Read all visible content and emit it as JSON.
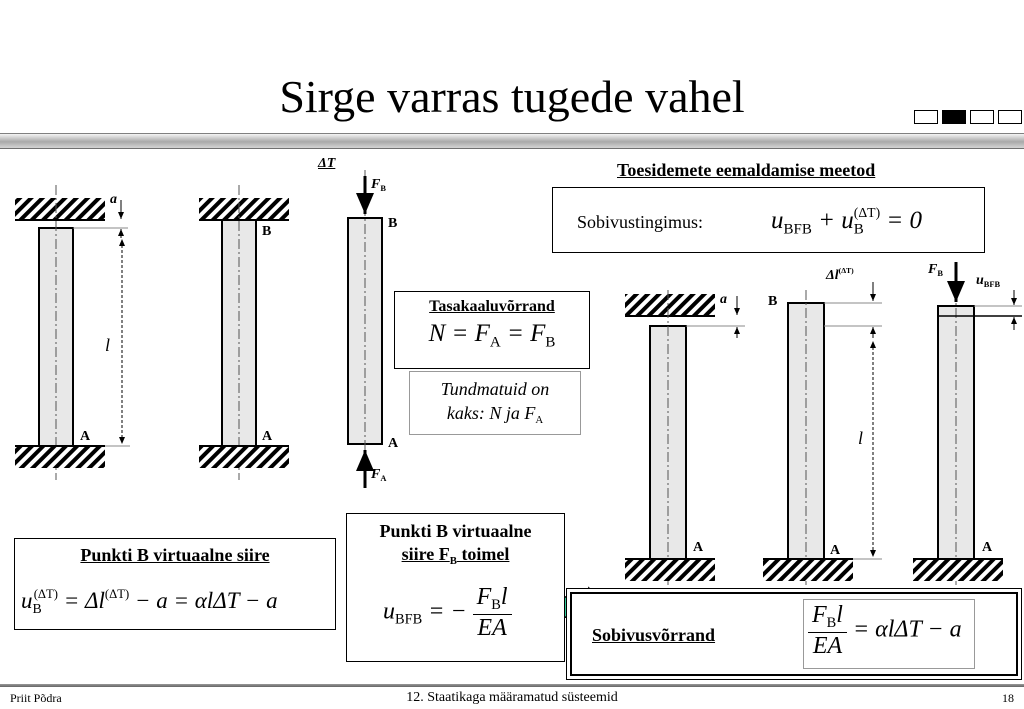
{
  "title": "Sirge varras tugede vahel",
  "nav_boxes": [
    false,
    true,
    false,
    false
  ],
  "labels": {
    "a": "a",
    "l": "l",
    "A": "A",
    "B": "B",
    "dT_top": "ΔT",
    "FB": "F",
    "FB_sub": "B",
    "FA": "F",
    "FA_sub": "A",
    "dl": "Δl",
    "dl_sup": "(ΔT)",
    "uBFB": "u",
    "uBFB_sub": "BFB"
  },
  "equilibrium": {
    "title": "Tasakaaluvõrrand",
    "formula": "N = F_A = F_B",
    "unknowns_line1": "Tundmatuid on",
    "unknowns_line2": "kaks: N ja F",
    "unknowns_sub": "A"
  },
  "methods": {
    "title": "Toesidemete eemaldamise meetod",
    "compat_label": "Sobivustingimus:",
    "compat_formula": "u_BFB + u_B^(ΔT) = 0"
  },
  "virtual": {
    "title": "Punkti B virtuaalne siire",
    "formula": "u_B^(ΔT) = Δl^(ΔT) − a = αlΔT − a"
  },
  "virtual_force": {
    "title_line1": "Punkti B virtuaalne",
    "title_line2": "siire F",
    "title_sub": "B",
    "title_end": " toimel",
    "formula": "u_BFB = − F_B l / EA"
  },
  "compat_equation": {
    "title": "Sobivusvõrrand",
    "formula": "F_B l / EA = αlΔT − a"
  },
  "footer": {
    "author": "Priit Põdra",
    "course": "12. Staatikaga määramatud süsteemid",
    "page": "18"
  },
  "colors": {
    "arrow": "#33cc99",
    "bar_fill": "#e8e8e8"
  }
}
